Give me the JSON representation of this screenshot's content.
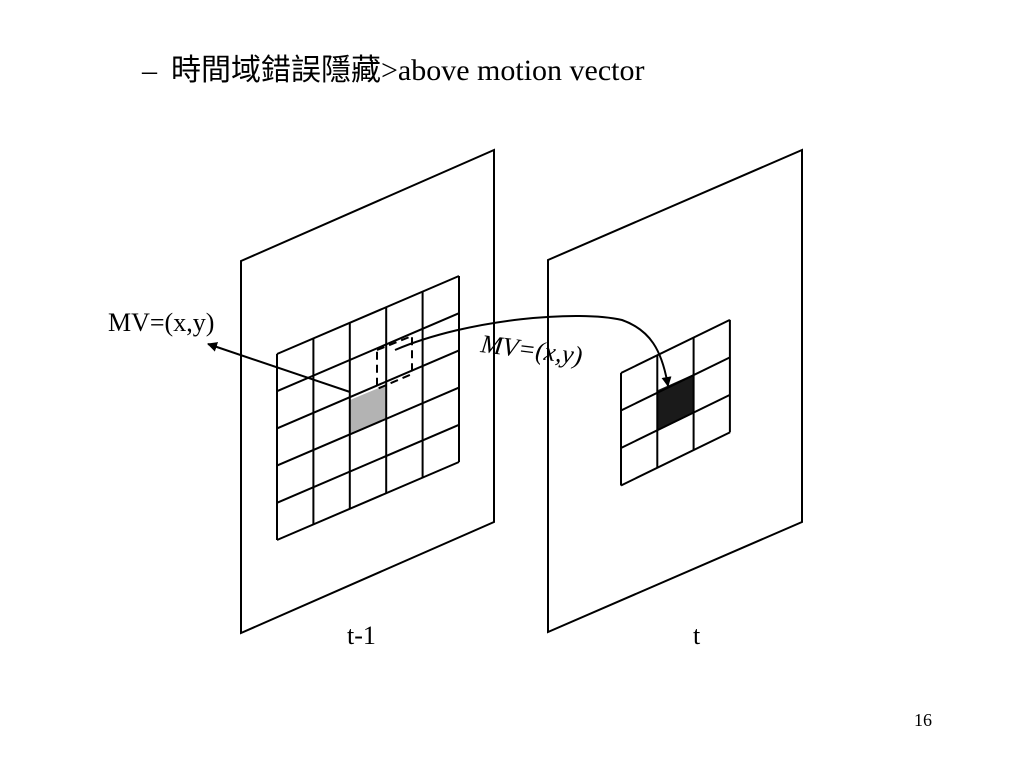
{
  "slide": {
    "title_dash": "–",
    "title": "時間域錯誤隱藏>above motion vector",
    "page_number": "16"
  },
  "diagram": {
    "frame_left_label": "t-1",
    "frame_right_label": "t",
    "mv_label_outer": "MV=(x,y)",
    "mv_label_arc": "MV=(x,y)",
    "colors": {
      "lost_block": "#b3b3b3",
      "concealed_block": "#1a1a1a",
      "lines": "#000000"
    }
  }
}
